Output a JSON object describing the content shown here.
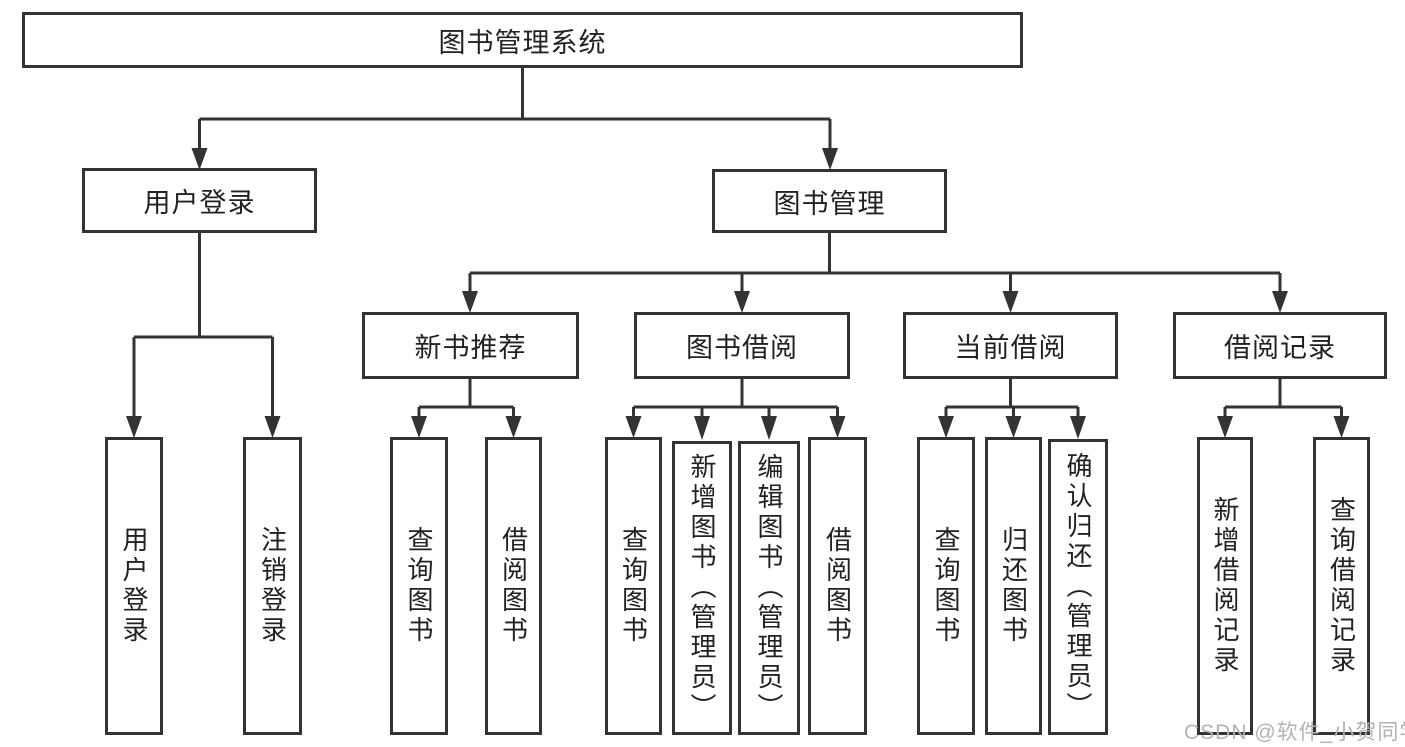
{
  "diagram_type": "hierarchy-tree",
  "colors": {
    "background": "#ffffff",
    "box_border": "#333333",
    "connector_line": "#333333",
    "text": "#222222",
    "watermark": "#b3b3b3"
  },
  "tree": {
    "label": "图书管理系统",
    "children": [
      {
        "label": "用户登录",
        "children": [
          {
            "label": "用户登录"
          },
          {
            "label": "注销登录"
          }
        ]
      },
      {
        "label": "图书管理",
        "children": [
          {
            "label": "新书推荐",
            "children": [
              {
                "label": "查询图书"
              },
              {
                "label": "借阅图书"
              }
            ]
          },
          {
            "label": "图书借阅",
            "children": [
              {
                "label": "查询图书"
              },
              {
                "label": "新增图书（管理员）"
              },
              {
                "label": "编辑图书（管理员）"
              },
              {
                "label": "借阅图书"
              }
            ]
          },
          {
            "label": "当前借阅",
            "children": [
              {
                "label": "查询图书"
              },
              {
                "label": "归还图书"
              },
              {
                "label": "确认归还（管理员）"
              }
            ]
          },
          {
            "label": "借阅记录",
            "children": [
              {
                "label": "新增借阅记录"
              },
              {
                "label": "查询借阅记录"
              }
            ]
          }
        ]
      }
    ]
  },
  "watermark": {
    "text": "CSDN @软件_小贺同学"
  }
}
